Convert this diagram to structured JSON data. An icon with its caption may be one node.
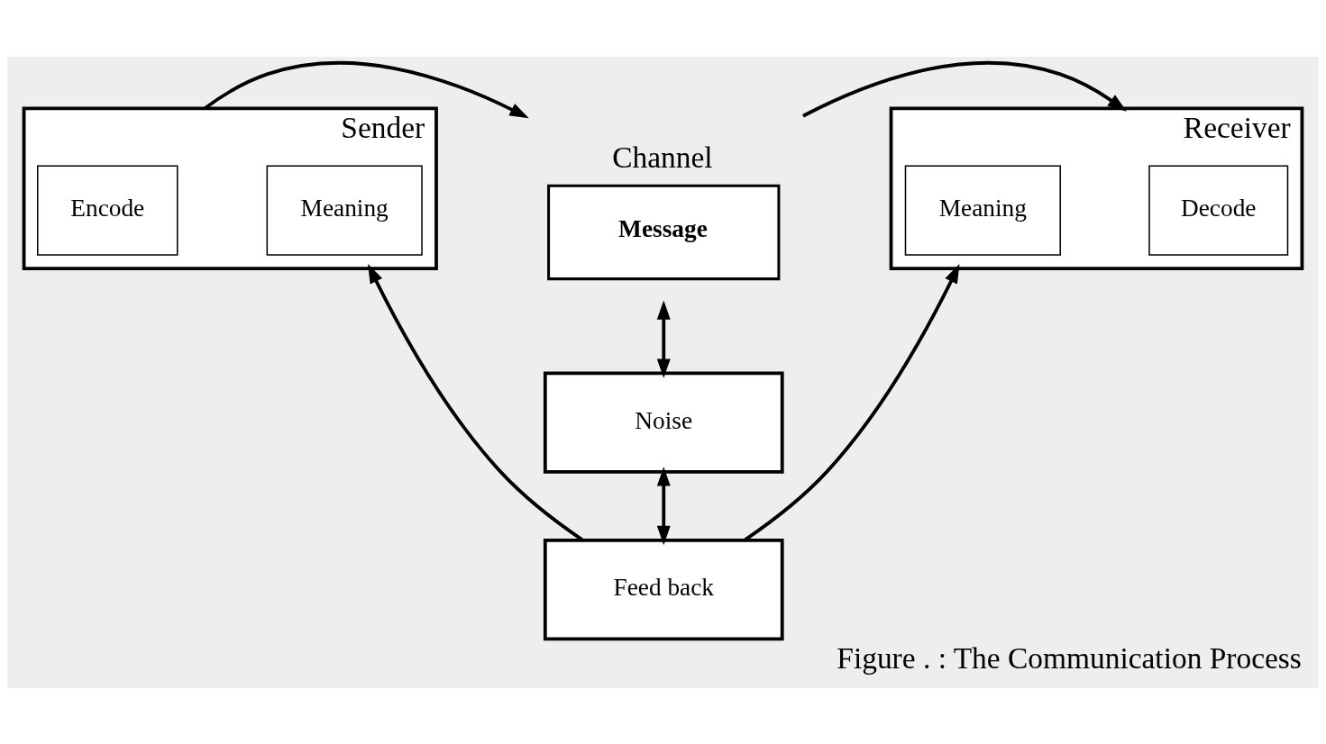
{
  "diagram": {
    "caption": "Figure . : The Communication Process",
    "nodes": [
      {
        "text": [
          "Sender"
        ]
      },
      {
        "text": [
          "Meaning"
        ],
        "in": 0
      },
      {
        "text": [
          "Encode"
        ],
        "in": 0
      },
      {
        "text": [
          "Channel",
          "Message"
        ]
      },
      {
        "text": [
          "Receiver"
        ]
      },
      {
        "text": [
          "Decode"
        ],
        "in": 4
      },
      {
        "text": [
          "Meaning"
        ],
        "in": 4
      },
      {
        "text": [
          "Noise"
        ]
      },
      {
        "text": [
          "Feed back"
        ]
      }
    ],
    "edges": [
      {
        "from": 0,
        "to": 3,
        "arrow": "to"
      },
      {
        "from": 3,
        "to": 4,
        "arrow": "to"
      },
      {
        "from": 3,
        "to": 7,
        "arrow": "both"
      },
      {
        "from": 7,
        "to": 8,
        "arrow": "both"
      },
      {
        "from": 8,
        "to": 0,
        "arrow": "to"
      },
      {
        "from": 8,
        "to": 4,
        "arrow": "to"
      }
    ]
  }
}
